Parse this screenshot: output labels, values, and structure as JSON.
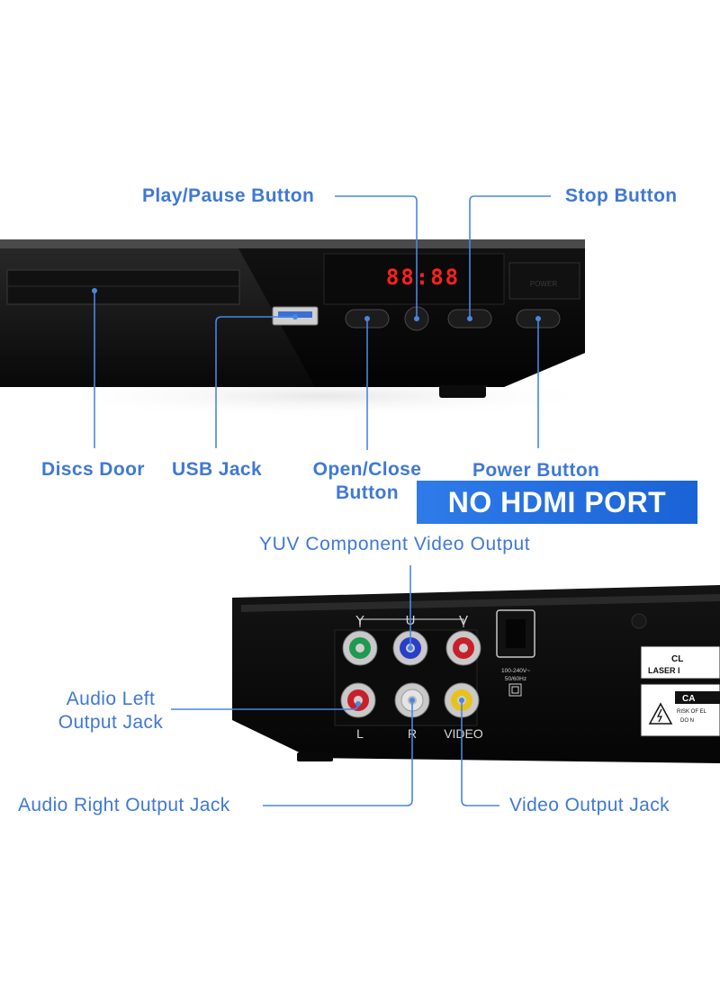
{
  "labels": {
    "play_pause": "Play/Pause Button",
    "stop": "Stop Button",
    "discs_door": "Discs Door",
    "usb_jack": "USB Jack",
    "open_close_line1": "Open/Close",
    "open_close_line2": "Button",
    "power": "Power Button",
    "yuv": "YUV Component Video Output",
    "audio_left_line1": "Audio Left",
    "audio_left_line2": "Output Jack",
    "audio_right": "Audio Right Output Jack",
    "video_output": "Video Output Jack"
  },
  "banner": {
    "text": "NO HDMI PORT"
  },
  "front_panel": {
    "display": "88:88",
    "power_key": "POWER"
  },
  "rear_panel": {
    "jack_y": "Y",
    "jack_u": "U",
    "jack_v": "V",
    "jack_l": "L",
    "jack_r": "R",
    "jack_video": "VIDEO",
    "rating_line1": "100-240V~",
    "rating_line2": "50/60Hz",
    "sticker_1_line1": "CL",
    "sticker_1_line2": "LASER I",
    "sticker_2_title": "CA",
    "sticker_2_line1": "RISK OF EL",
    "sticker_2_line2": "DO N"
  },
  "colors": {
    "label": "#3f78d6",
    "leader_line": "#4a86e0",
    "banner_bg": "#1f6fe0",
    "banner_text": "#ffffff",
    "display_led": "#ff2020",
    "jack_green": "#1f9a4e",
    "jack_blue": "#2a3fc8",
    "jack_red": "#c8202a",
    "jack_white": "#d8d8d8",
    "jack_yellow": "#e8c21c"
  }
}
